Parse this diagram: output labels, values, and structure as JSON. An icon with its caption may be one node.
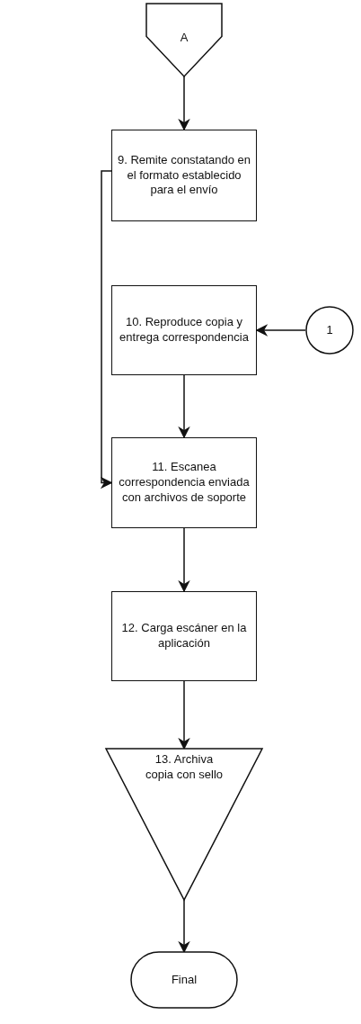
{
  "diagram": {
    "nodes": [
      {
        "text": [
          "A"
        ]
      },
      {
        "text": [
          "9. Remite constatando en el formato establecido para el envío"
        ]
      },
      {
        "text": [
          "10. Reproduce copia y entrega correspondencia"
        ]
      },
      {
        "text": [
          "1"
        ]
      },
      {
        "text": [
          "11. Escanea correspondencia enviada con archivos de soporte"
        ]
      },
      {
        "text": [
          "12. Carga escáner en la aplicación"
        ]
      },
      {
        "text": [
          "13. Archiva copia con sello"
        ]
      },
      {
        "text": [
          "Final"
        ]
      }
    ],
    "edges": [
      {
        "from": 0,
        "to": 1,
        "arrow": "to"
      },
      {
        "from": 1,
        "to": 4,
        "arrow": "to"
      },
      {
        "from": 3,
        "to": 2,
        "arrow": "to"
      },
      {
        "from": 2,
        "to": 4,
        "arrow": "to"
      },
      {
        "from": 4,
        "to": 5,
        "arrow": "to"
      },
      {
        "from": 5,
        "to": 6,
        "arrow": "to"
      },
      {
        "from": 6,
        "to": 7,
        "arrow": "to"
      }
    ]
  }
}
